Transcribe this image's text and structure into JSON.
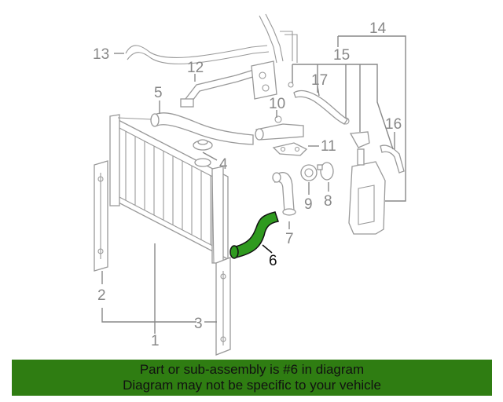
{
  "callouts": {
    "c1": "1",
    "c2": "2",
    "c3": "3",
    "c4": "4",
    "c5": "5",
    "c6": "6",
    "c7": "7",
    "c8": "8",
    "c9": "9",
    "c10": "10",
    "c11": "11",
    "c12": "12",
    "c13": "13",
    "c14": "14",
    "c15": "15",
    "c16": "16",
    "c17": "17"
  },
  "highlight": {
    "part": "6",
    "color": "#2f9a1f"
  },
  "banner": {
    "line1": "Part or sub-assembly is #6 in diagram",
    "line2": "Diagram may not be specific to your vehicle",
    "color": "#2f7d12"
  }
}
